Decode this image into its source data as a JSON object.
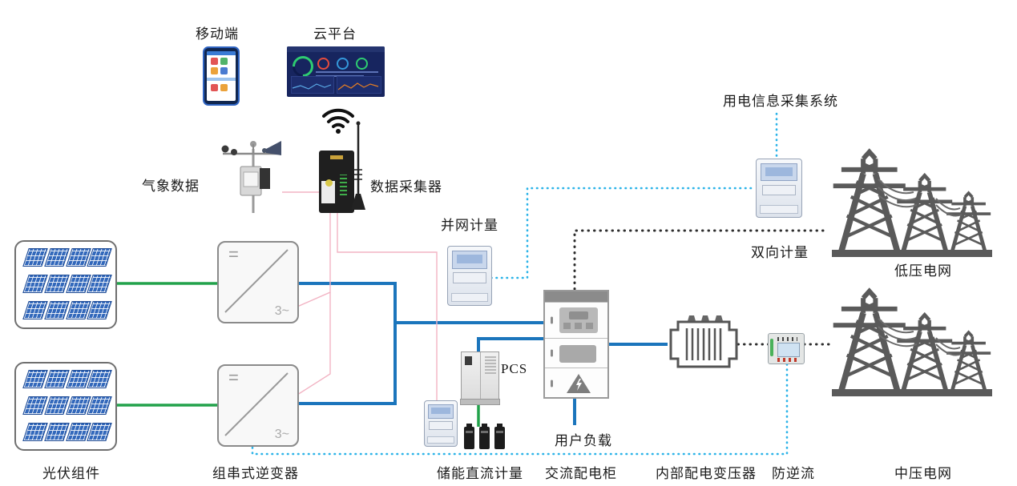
{
  "labels": {
    "mobile": "移动端",
    "cloud": "云平台",
    "weather": "气象数据",
    "collector": "数据采集器",
    "grid_meter": "并网计量",
    "power_info_system": "用电信息采集系统",
    "bidirectional_meter": "双向计量",
    "lv_grid": "低压电网",
    "pcs": "PCS",
    "user_load": "用户负载",
    "pv_modules": "光伏组件",
    "string_inverter": "组串式逆变器",
    "storage_dc_meter": "储能直流计量",
    "ac_cabinet": "交流配电柜",
    "internal_transformer": "内部配电变压器",
    "anti_backflow": "防逆流",
    "mv_grid": "中压电网"
  },
  "inverter": {
    "dc_symbol": "=",
    "ac_symbol": "3~"
  },
  "colors": {
    "ac_power_line": "#1b75bc",
    "dc_power_line": "#22a24b",
    "comm_line_pink": "#f2b3c3",
    "comm_line_cyan": "#2bb3e8",
    "metering_line_black": "#2d2d2d",
    "tower_gray": "#5a5a5a"
  }
}
